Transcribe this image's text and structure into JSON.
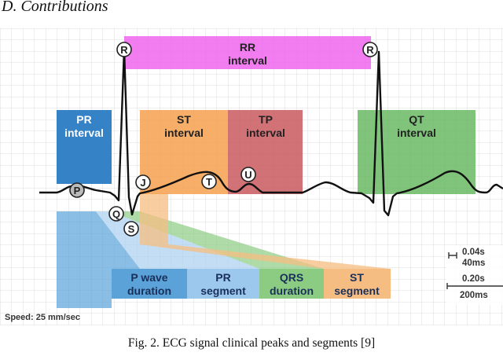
{
  "heading": "D. Contributions",
  "caption": "Fig. 2.   ECG signal clinical peaks and segments [9]",
  "colors": {
    "rr": "#ee66ee",
    "pr": "#2a7bc4",
    "st": "#f5a04e",
    "tp": "#c9595f",
    "qt": "#6ab964",
    "p_wave": "#5aa2d8",
    "pr_segment": "#9bc8ec",
    "qrs": "#8ccc82",
    "st_segment": "#f6bd82",
    "grid": "#d8d8d8",
    "trace": "#111111"
  },
  "intervals": {
    "rr": [
      "RR",
      "interval"
    ],
    "pr": [
      "PR",
      "interval"
    ],
    "st": [
      "ST",
      "interval"
    ],
    "tp": [
      "TP",
      "interval"
    ],
    "qt": [
      "QT",
      "interval"
    ]
  },
  "peaks": [
    "P",
    "Q",
    "R",
    "S",
    "J",
    "T",
    "U"
  ],
  "segments": {
    "p_wave": [
      "P wave",
      "duration"
    ],
    "pr_segment": [
      "PR",
      "segment"
    ],
    "qrs": [
      "QRS",
      "duration"
    ],
    "st_segment": [
      "ST",
      "segment"
    ]
  },
  "scale": {
    "small_time": "0.04s",
    "small_ms": "40ms",
    "large_time": "0.20s",
    "large_ms": "200ms",
    "speed": "Speed: 25 mm/sec"
  }
}
